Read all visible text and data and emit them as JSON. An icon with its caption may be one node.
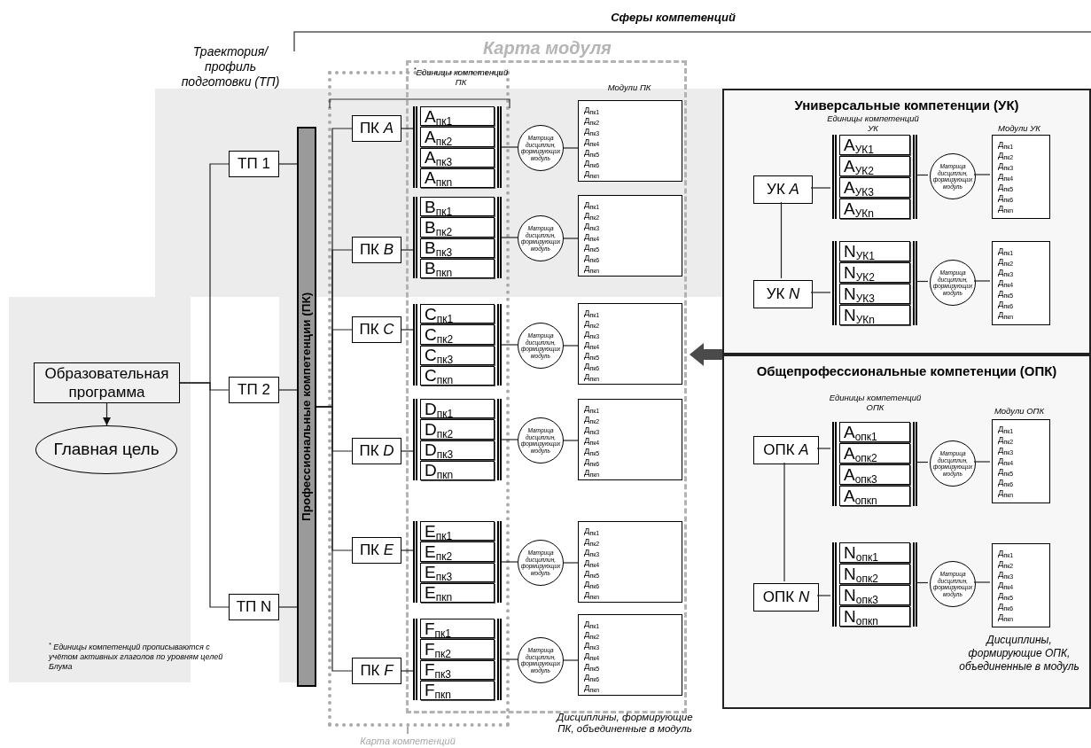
{
  "diagram": {
    "nodes": [
      {
        "text": [
          "Образовательная программа"
        ]
      },
      {
        "text": [
          "Главная цель"
        ]
      },
      {
        "text": [
          "ТП 1"
        ]
      },
      {
        "text": [
          "ТП 2"
        ]
      },
      {
        "text": [
          "ТП N"
        ]
      },
      {
        "text": [
          "Профессиональные компетенции (ПК)"
        ]
      },
      {
        "text": [
          "ПК *A*"
        ]
      },
      {
        "text": [],
        "shape": "box"
      },
      {
        "text": [
          "A$_{пк1}$"
        ],
        "in": 7
      },
      {
        "text": [
          "A$_{пк2}$"
        ],
        "in": 7
      },
      {
        "text": [
          "A$_{пк3}$"
        ],
        "in": 7
      },
      {
        "text": [
          "A$_{пкn}$"
        ],
        "in": 7
      },
      {
        "text": [
          "Матрица дисциплин, формирующих модуль"
        ]
      },
      {
        "text": [
          "Д$_{пк1}$",
          "Д$_{пк2}$",
          "Д$_{пк3}$",
          "Д$_{пк4}$",
          "Д$_{пк5}$",
          "Д$_{пк6}$",
          "Д$_{пкn}$"
        ]
      },
      {
        "text": [
          "ПК *B*"
        ]
      },
      {
        "text": [],
        "shape": "box"
      },
      {
        "text": [
          "B$_{пк1}$"
        ],
        "in": 15
      },
      {
        "text": [
          "B$_{пк2}$"
        ],
        "in": 15
      },
      {
        "text": [
          "B$_{пк3}$"
        ],
        "in": 15
      },
      {
        "text": [
          "B$_{пкn}$"
        ],
        "in": 15
      },
      {
        "text": [
          "Матрица дисциплин, формирующих модуль"
        ]
      },
      {
        "text": [
          "Д$_{пк1}$",
          "Д$_{пк2}$",
          "Д$_{пк3}$",
          "Д$_{пк4}$",
          "Д$_{пк5}$",
          "Д$_{пк6}$",
          "Д$_{пкn}$"
        ]
      },
      {
        "text": [
          "ПК *C*"
        ]
      },
      {
        "text": [],
        "shape": "box"
      },
      {
        "text": [
          "C$_{пк1}$"
        ],
        "in": 23
      },
      {
        "text": [
          "C$_{пк2}$"
        ],
        "in": 23
      },
      {
        "text": [
          "C$_{пк3}$"
        ],
        "in": 23
      },
      {
        "text": [
          "C$_{пкn}$"
        ],
        "in": 23
      },
      {
        "text": [
          "Матрица дисциплин, формирующих модуль"
        ]
      },
      {
        "text": [
          "Д$_{пк1}$",
          "Д$_{пк2}$",
          "Д$_{пк3}$",
          "Д$_{пк4}$",
          "Д$_{пк5}$",
          "Д$_{пк6}$",
          "Д$_{пкn}$"
        ]
      },
      {
        "text": [
          "ПК *D*"
        ]
      },
      {
        "text": [],
        "shape": "box"
      },
      {
        "text": [
          "D$_{пк1}$"
        ],
        "in": 31
      },
      {
        "text": [
          "D$_{пк2}$"
        ],
        "in": 31
      },
      {
        "text": [
          "D$_{пк3}$"
        ],
        "in": 31
      },
      {
        "text": [
          "D$_{пкn}$"
        ],
        "in": 31
      },
      {
        "text": [
          "Матрица дисциплин, формирующих модуль"
        ]
      },
      {
        "text": [
          "Д$_{пк1}$",
          "Д$_{пк2}$",
          "Д$_{пк3}$",
          "Д$_{пк4}$",
          "Д$_{пк5}$",
          "Д$_{пк6}$",
          "Д$_{пкn}$"
        ]
      },
      {
        "text": [
          "ПК *E*"
        ]
      },
      {
        "text": [],
        "shape": "box"
      },
      {
        "text": [
          "E$_{пк1}$"
        ],
        "in": 39
      },
      {
        "text": [
          "E$_{пк2}$"
        ],
        "in": 39
      },
      {
        "text": [
          "E$_{пк3}$"
        ],
        "in": 39
      },
      {
        "text": [
          "E$_{пкn}$"
        ],
        "in": 39
      },
      {
        "text": [
          "Матрица дисциплин, формирующих модуль"
        ]
      },
      {
        "text": [
          "Д$_{пк1}$",
          "Д$_{пк2}$",
          "Д$_{пк3}$",
          "Д$_{пк4}$",
          "Д$_{пк5}$",
          "Д$_{пк6}$",
          "Д$_{пкn}$"
        ]
      },
      {
        "text": [
          "ПК *F*"
        ]
      },
      {
        "text": [],
        "shape": "box"
      },
      {
        "text": [
          "F$_{пк1}$"
        ],
        "in": 47
      },
      {
        "text": [
          "F$_{пк2}$"
        ],
        "in": 47
      },
      {
        "text": [
          "F$_{пк3}$"
        ],
        "in": 47
      },
      {
        "text": [
          "F$_{пкn}$"
        ],
        "in": 47
      },
      {
        "text": [
          "Матрица дисциплин, формирующих модуль"
        ]
      },
      {
        "text": [
          "Д$_{пк1}$",
          "Д$_{пк2}$",
          "Д$_{пк3}$",
          "Д$_{пк4}$",
          "Д$_{пк5}$",
          "Д$_{пк6}$",
          "Д$_{пкn}$"
        ]
      },
      {
        "text": [
          "Универсальные компетенции (УК)"
        ]
      },
      {
        "text": [
          "УК *A*"
        ],
        "in": 54
      },
      {
        "text": [],
        "shape": "box",
        "in": 54
      },
      {
        "text": [
          "A$_{УК1}$"
        ],
        "in": 56
      },
      {
        "text": [
          "A$_{УК2}$"
        ],
        "in": 56
      },
      {
        "text": [
          "A$_{УК3}$"
        ],
        "in": 56
      },
      {
        "text": [
          "A$_{УКn}$"
        ],
        "in": 56
      },
      {
        "text": [
          "Матрица дисциплин, формирующих модуль"
        ],
        "in": 54
      },
      {
        "text": [
          "Д$_{пк1}$",
          "Д$_{пк2}$",
          "Д$_{пк3}$",
          "Д$_{пк4}$",
          "Д$_{пк5}$",
          "Д$_{пк6}$",
          "Д$_{пкn}$"
        ],
        "in": 54
      },
      {
        "text": [
          "УК *N*"
        ],
        "in": 54
      },
      {
        "text": [],
        "shape": "box",
        "in": 54
      },
      {
        "text": [
          "N$_{УК1}$"
        ],
        "in": 64
      },
      {
        "text": [
          "N$_{УК2}$"
        ],
        "in": 64
      },
      {
        "text": [
          "N$_{УК3}$"
        ],
        "in": 64
      },
      {
        "text": [
          "N$_{УКn}$"
        ],
        "in": 64
      },
      {
        "text": [
          "Матрица дисциплин, формирующих модуль"
        ],
        "in": 54
      },
      {
        "text": [
          "Д$_{пк1}$",
          "Д$_{пк2}$",
          "Д$_{пк3}$",
          "Д$_{пк4}$",
          "Д$_{пк5}$",
          "Д$_{пк6}$",
          "Д$_{пкn}$"
        ],
        "in": 54
      },
      {
        "text": [
          "Общепрофессиональные компетенции (ОПК)"
        ]
      },
      {
        "text": [
          "ОПК *A*"
        ],
        "in": 71
      },
      {
        "text": [],
        "shape": "box",
        "in": 71
      },
      {
        "text": [
          "A$_{опк1}$"
        ],
        "in": 73
      },
      {
        "text": [
          "A$_{опк2}$"
        ],
        "in": 73
      },
      {
        "text": [
          "A$_{опк3}$"
        ],
        "in": 73
      },
      {
        "text": [
          "A$_{опкn}$"
        ],
        "in": 73
      },
      {
        "text": [
          "Матрица дисциплин, формирующих модуль"
        ],
        "in": 71
      },
      {
        "text": [
          "Д$_{пк1}$",
          "Д$_{пк2}$",
          "Д$_{пк3}$",
          "Д$_{пк4}$",
          "Д$_{пк5}$",
          "Д$_{пк6}$",
          "Д$_{пкn}$"
        ],
        "in": 71
      },
      {
        "text": [
          "ОПК *N*"
        ],
        "in": 71
      },
      {
        "text": [],
        "shape": "box",
        "in": 71
      },
      {
        "text": [
          "N$_{опк1}$"
        ],
        "in": 81
      },
      {
        "text": [
          "N$_{опк2}$"
        ],
        "in": 81
      },
      {
        "text": [
          "N$_{опк3}$"
        ],
        "in": 81
      },
      {
        "text": [
          "N$_{опкn}$"
        ],
        "in": 81
      },
      {
        "text": [
          "Матрица дисциплин, формирующих модуль"
        ],
        "in": 71
      },
      {
        "text": [
          "Д$_{пк1}$",
          "Д$_{пк2}$",
          "Д$_{пк3}$",
          "Д$_{пк4}$",
          "Д$_{пк5}$",
          "Д$_{пк6}$",
          "Д$_{пкn}$"
        ],
        "in": 71
      }
    ],
    "edges": [
      {
        "from": 0,
        "to": 1,
        "arrow": "to"
      },
      {
        "from": 0,
        "to": 2,
        "arrow": "none"
      },
      {
        "from": 0,
        "to": 3,
        "arrow": "none"
      },
      {
        "from": 0,
        "to": 4,
        "arrow": "none"
      },
      {
        "from": 2,
        "to": 5,
        "arrow": "none"
      },
      {
        "from": 3,
        "to": 5,
        "arrow": "none"
      },
      {
        "from": 4,
        "to": 5,
        "arrow": "none"
      },
      {
        "from": 5,
        "to": 6,
        "arrow": "none"
      },
      {
        "from": 5,
        "to": 14,
        "arrow": "none"
      },
      {
        "from": 5,
        "to": 22,
        "arrow": "none"
      },
      {
        "from": 5,
        "to": 30,
        "arrow": "none"
      },
      {
        "from": 5,
        "to": 38,
        "arrow": "none"
      },
      {
        "from": 5,
        "to": 46,
        "arrow": "none"
      },
      {
        "from": 6,
        "to": 7,
        "arrow": "none"
      },
      {
        "from": 7,
        "to": 12,
        "arrow": "none"
      },
      {
        "from": 12,
        "to": 13,
        "arrow": "none"
      },
      {
        "from": 14,
        "to": 15,
        "arrow": "none"
      },
      {
        "from": 15,
        "to": 20,
        "arrow": "none"
      },
      {
        "from": 20,
        "to": 21,
        "arrow": "none"
      },
      {
        "from": 22,
        "to": 23,
        "arrow": "none"
      },
      {
        "from": 23,
        "to": 28,
        "arrow": "none"
      },
      {
        "from": 28,
        "to": 29,
        "arrow": "none"
      },
      {
        "from": 30,
        "to": 31,
        "arrow": "none"
      },
      {
        "from": 31,
        "to": 36,
        "arrow": "none"
      },
      {
        "from": 36,
        "to": 37,
        "arrow": "none"
      },
      {
        "from": 38,
        "to": 39,
        "arrow": "none"
      },
      {
        "from": 39,
        "to": 44,
        "arrow": "none"
      },
      {
        "from": 44,
        "to": 45,
        "arrow": "none"
      },
      {
        "from": 46,
        "to": 47,
        "arrow": "none"
      },
      {
        "from": 47,
        "to": 52,
        "arrow": "none"
      },
      {
        "from": 52,
        "to": 53,
        "arrow": "none"
      },
      {
        "from": 55,
        "to": 56,
        "arrow": "none"
      },
      {
        "from": 56,
        "to": 61,
        "arrow": "none"
      },
      {
        "from": 61,
        "to": 62,
        "arrow": "none"
      },
      {
        "from": 63,
        "to": 64,
        "arrow": "none"
      },
      {
        "from": 64,
        "to": 69,
        "arrow": "none"
      },
      {
        "from": 69,
        "to": 70,
        "arrow": "none"
      },
      {
        "from": 72,
        "to": 73,
        "arrow": "none"
      },
      {
        "from": 73,
        "to": 78,
        "arrow": "none"
      },
      {
        "from": 78,
        "to": 79,
        "arrow": "none"
      },
      {
        "from": 80,
        "to": 81,
        "arrow": "none"
      },
      {
        "from": 81,
        "to": 86,
        "arrow": "none"
      },
      {
        "from": 86,
        "to": 87,
        "arrow": "none"
      },
      {
        "from": 55,
        "to": 63,
        "arrow": "none"
      },
      {
        "from": 72,
        "to": 80,
        "arrow": "none"
      },
      {
        "from": 54,
        "to": null,
        "arrow": "to",
        "style": "thick",
        "color": "#4a4a4a"
      }
    ],
    "labels": [
      "Сферы компетенций",
      "Карта модуля",
      "Траектория/ профиль подготовки (ТП)",
      "$^{*}$Единицы компетенций ПК",
      "Модули ПК",
      "Единицы компетенций УК",
      "Модули УК",
      "Единицы компетенций ОПК",
      "Модули ОПК",
      "Дисциплины, формирующие ОПК, объединенные в модуль",
      "$^{*}$ Единицы компетенций прописываются с учётом активных глаголов по уровням целей Блума",
      "Дисциплины, формирующие ПК, объединенные в модуль",
      "Карта компетенций"
    ]
  }
}
